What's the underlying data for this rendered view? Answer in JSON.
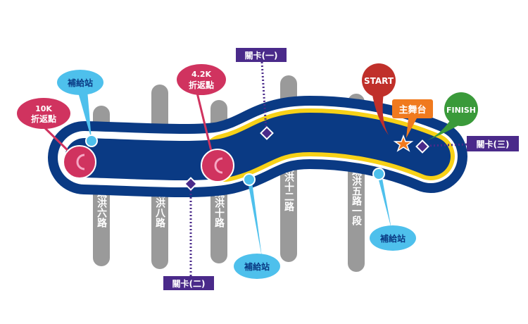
{
  "roads": [
    "疏洪六路",
    "疏洪八路",
    "疏洪十路",
    "疏洪十二路",
    "疏洪五路一段"
  ],
  "turnaround_10k": {
    "line1": "10K",
    "line2": "折返點"
  },
  "turnaround_4k": {
    "line1": "4.2K",
    "line2": "折返點"
  },
  "water_station_label": "補給站",
  "checkpoints": [
    "關卡(一)",
    "關卡(二)",
    "關卡(三)"
  ],
  "start_label": "START",
  "stage_label": "主舞台",
  "finish_label": "FINISH",
  "colors": {
    "track": "#0a3a84",
    "yellow": "#f7d117",
    "turn": "#d0335f",
    "water": "#4ec0ec",
    "checkpoint": "#4a2a8a",
    "start": "#c0302a",
    "stage": "#f07a1e",
    "finish": "#3a9a3a",
    "road": "#9a9a9a"
  }
}
